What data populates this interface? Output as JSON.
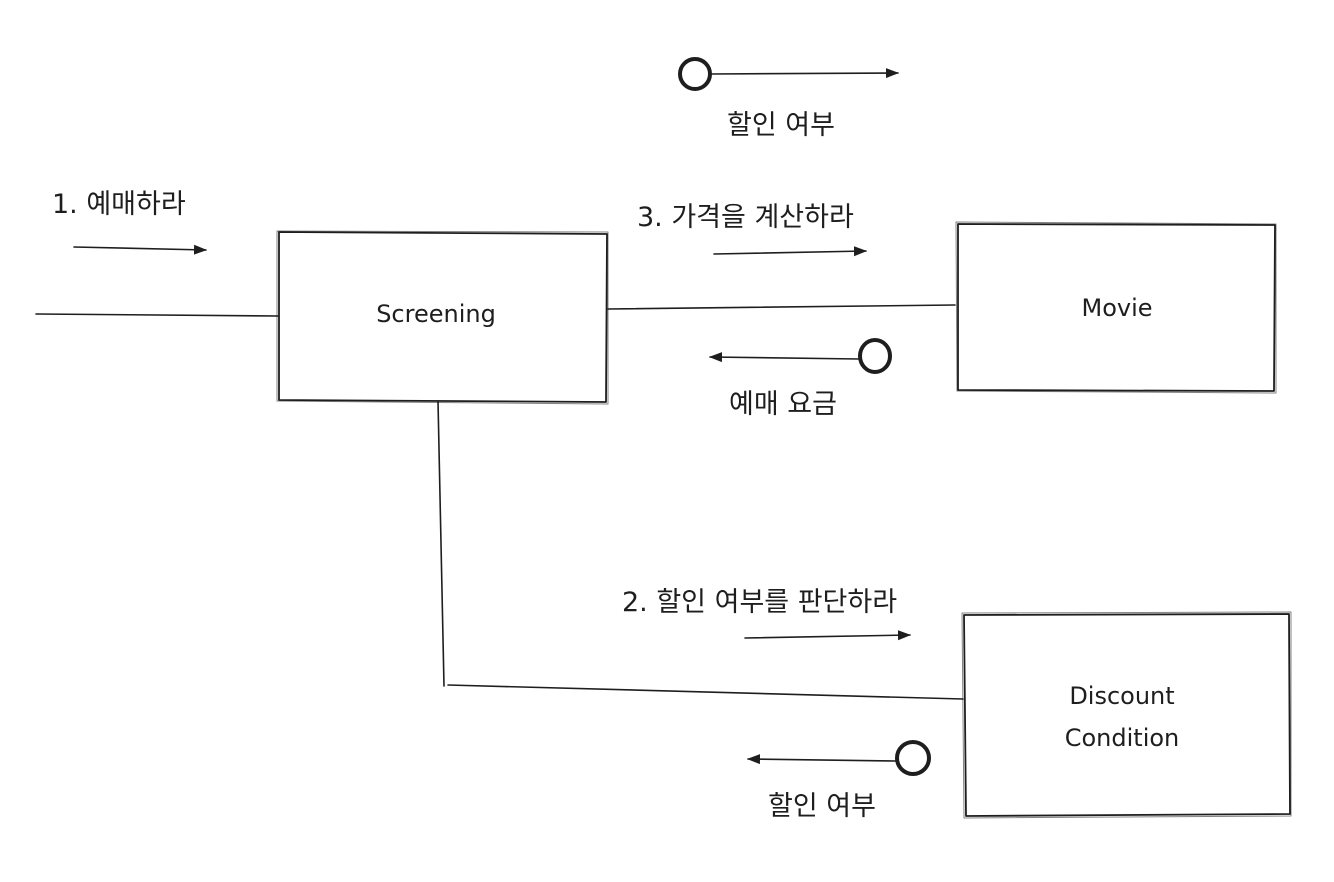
{
  "messages": {
    "m1": "1. 예매하라",
    "m2": "2. 할인 여부를 판단하라",
    "m3": "3. 가격을 계산하라"
  },
  "returns": {
    "top": "할인 여부",
    "movie": "예매 요금",
    "discount": "할인 여부"
  },
  "objects": {
    "screening": "Screening",
    "movie": "Movie",
    "discount_line1": "Discount",
    "discount_line2": "Condition"
  }
}
